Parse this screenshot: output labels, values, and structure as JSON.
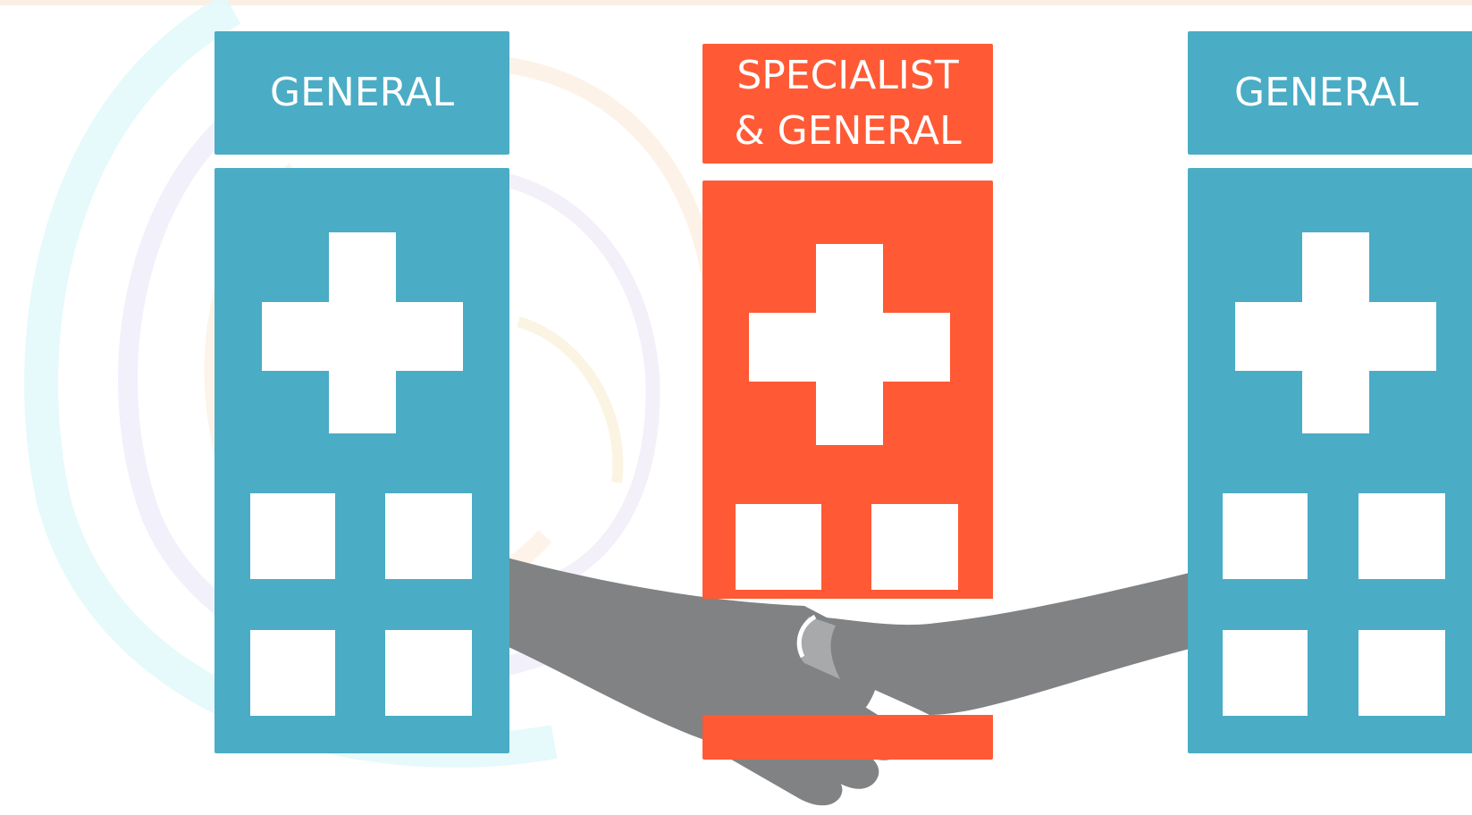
{
  "hospitals": [
    {
      "label_lines": [
        "GENERAL"
      ],
      "color": "#4aacc5",
      "type": "general"
    },
    {
      "label_lines": [
        "SPECIALIST",
        "& GENERAL"
      ],
      "color": "#ff5a35",
      "type": "specialist"
    },
    {
      "label_lines": [
        "GENERAL"
      ],
      "color": "#4aacc5",
      "type": "general"
    }
  ],
  "icons": [
    "medical-cross-icon",
    "handshake-icon"
  ],
  "colors": {
    "general": "#4aacc5",
    "specialist": "#ff5a35",
    "hand": "#808284",
    "background": "#ffffff"
  }
}
